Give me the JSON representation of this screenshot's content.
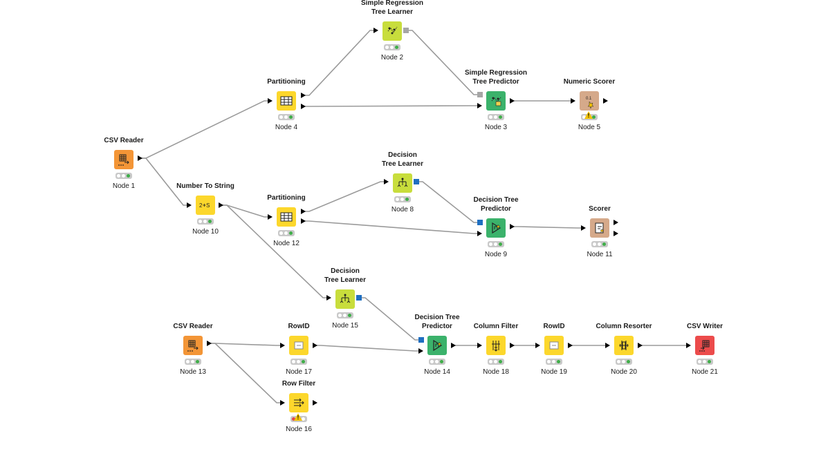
{
  "colors": {
    "reader": "#f39536",
    "manipulator": "#fcd72c",
    "learner": "#c8dd3c",
    "predictor": "#3bb26b",
    "scorer": "#d5a98a",
    "writer": "#ec4b4b",
    "connection": "#9a9a9a",
    "port_model": "#1f6fc1",
    "port_gray": "#a6a6a6",
    "status_green": "#3fae49",
    "status_red": "#e24a4a",
    "warning": "#f2c200"
  },
  "nodes": [
    {
      "id": "n1",
      "title": "CSV Reader",
      "label": "Node 1",
      "type": "reader",
      "icon": "table-arrow-icon",
      "status": "green"
    },
    {
      "id": "n2",
      "title": "Simple Regression\nTree Learner",
      "label": "Node 2",
      "type": "learner",
      "icon": "regression-tree-icon",
      "status": "green"
    },
    {
      "id": "n3",
      "title": "Simple Regression\nTree Predictor",
      "label": "Node 3",
      "type": "predictor",
      "icon": "regression-predict-icon",
      "status": "green"
    },
    {
      "id": "n4",
      "title": "Partitioning",
      "label": "Node 4",
      "type": "manipulator",
      "icon": "partition-icon",
      "status": "green"
    },
    {
      "id": "n5",
      "title": "Numeric Scorer",
      "label": "Node 5",
      "type": "scorer",
      "icon": "numeric-score-icon",
      "status": "green",
      "warning": true
    },
    {
      "id": "n8",
      "title": "Decision\nTree Learner",
      "label": "Node 8",
      "type": "learner",
      "icon": "decision-tree-icon",
      "status": "green"
    },
    {
      "id": "n9",
      "title": "Decision Tree\nPredictor",
      "label": "Node 9",
      "type": "predictor",
      "icon": "tree-predict-icon",
      "status": "green"
    },
    {
      "id": "n10",
      "title": "Number To String",
      "label": "Node 10",
      "type": "manipulator",
      "icon": "number-to-string-icon",
      "status": "green"
    },
    {
      "id": "n11",
      "title": "Scorer",
      "label": "Node 11",
      "type": "scorer",
      "icon": "scorer-icon",
      "status": "green"
    },
    {
      "id": "n12",
      "title": "Partitioning",
      "label": "Node 12",
      "type": "manipulator",
      "icon": "partition-icon",
      "status": "green"
    },
    {
      "id": "n13",
      "title": "CSV Reader",
      "label": "Node 13",
      "type": "reader",
      "icon": "table-arrow-icon",
      "status": "green"
    },
    {
      "id": "n14",
      "title": "Decision Tree\nPredictor",
      "label": "Node 14",
      "type": "predictor",
      "icon": "tree-predict-icon",
      "status": "green"
    },
    {
      "id": "n15",
      "title": "Decision\nTree Learner",
      "label": "Node 15",
      "type": "learner",
      "icon": "decision-tree-icon",
      "status": "green"
    },
    {
      "id": "n16",
      "title": "Row Filter",
      "label": "Node 16",
      "type": "manipulator",
      "icon": "row-filter-icon",
      "status": "red",
      "warning": true
    },
    {
      "id": "n17",
      "title": "RowID",
      "label": "Node 17",
      "type": "manipulator",
      "icon": "rowid-icon",
      "status": "green"
    },
    {
      "id": "n18",
      "title": "Column Filter",
      "label": "Node 18",
      "type": "manipulator",
      "icon": "column-filter-icon",
      "status": "green"
    },
    {
      "id": "n19",
      "title": "RowID",
      "label": "Node 19",
      "type": "manipulator",
      "icon": "rowid-icon",
      "status": "green"
    },
    {
      "id": "n20",
      "title": "Column Resorter",
      "label": "Node 20",
      "type": "manipulator",
      "icon": "column-resorter-icon",
      "status": "green"
    },
    {
      "id": "n21",
      "title": "CSV Writer",
      "label": "Node 21",
      "type": "writer",
      "icon": "table-write-icon",
      "status": "green"
    }
  ],
  "connections": [
    {
      "from": "n1",
      "to": "n4"
    },
    {
      "from": "n1",
      "to": "n10"
    },
    {
      "from": "n4",
      "to": "n2"
    },
    {
      "from": "n4",
      "to": "n3"
    },
    {
      "from": "n2",
      "to": "n3"
    },
    {
      "from": "n3",
      "to": "n5"
    },
    {
      "from": "n10",
      "to": "n12"
    },
    {
      "from": "n10",
      "to": "n15"
    },
    {
      "from": "n12",
      "to": "n8"
    },
    {
      "from": "n12",
      "to": "n9"
    },
    {
      "from": "n8",
      "to": "n9"
    },
    {
      "from": "n9",
      "to": "n11"
    },
    {
      "from": "n13",
      "to": "n17"
    },
    {
      "from": "n13",
      "to": "n16"
    },
    {
      "from": "n17",
      "to": "n14"
    },
    {
      "from": "n15",
      "to": "n14"
    },
    {
      "from": "n14",
      "to": "n18"
    },
    {
      "from": "n18",
      "to": "n19"
    },
    {
      "from": "n19",
      "to": "n20"
    },
    {
      "from": "n20",
      "to": "n21"
    }
  ]
}
